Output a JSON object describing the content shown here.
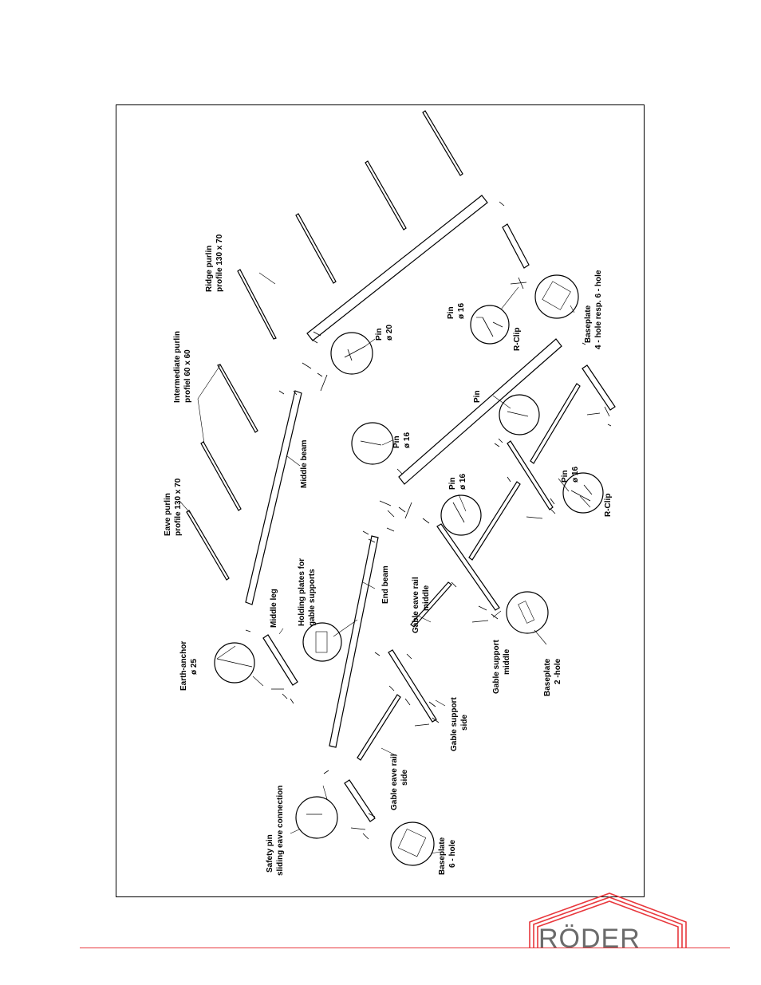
{
  "labels": {
    "ridge_purlin_1": "Ridge purlin",
    "ridge_purlin_2": "profile 130 x 70",
    "intermediate_purlin_1": "Intermediate purlin",
    "intermediate_purlin_2": "profiel 60 x 60",
    "eave_purlin_1": "Eave purlin",
    "eave_purlin_2": "profile 130 x 70",
    "pin": "Pin",
    "d20": "ø 20",
    "d16": "ø 16",
    "d25": "ø 25",
    "r_clip": "R-Clip",
    "baseplate": "Baseplate",
    "baseplate_4_6": "4 - hole resp. 6 - hole",
    "baseplate_2": "2 -hole",
    "baseplate_6": "6 - hole",
    "middle_beam": "Middle beam",
    "end_beam": "End beam",
    "middle_leg": "Middle leg",
    "earth_anchor": "Earth-anchor",
    "holding_plates_1": "Holding plates for",
    "holding_plates_2": "gable supports",
    "gable_eave_rail_middle_1": "Gable eave rail",
    "gable_eave_rail_middle_2": "middle",
    "gable_support_middle_1": "Gable support",
    "gable_support_middle_2": "middle",
    "gable_support_side_1": "Gable support",
    "gable_support_side_2": "side",
    "gable_eave_rail_side_1": "Gable eave rail",
    "gable_eave_rail_side_2": "side",
    "safety_pin_1": "Safety pin",
    "safety_pin_2": "sliding eave connection"
  },
  "logo": {
    "text": "RÖDER",
    "roof_color": "#e8383d",
    "text_color": "#6b6b6b"
  },
  "colors": {
    "rule": "#e8383d",
    "ink": "#000000"
  }
}
